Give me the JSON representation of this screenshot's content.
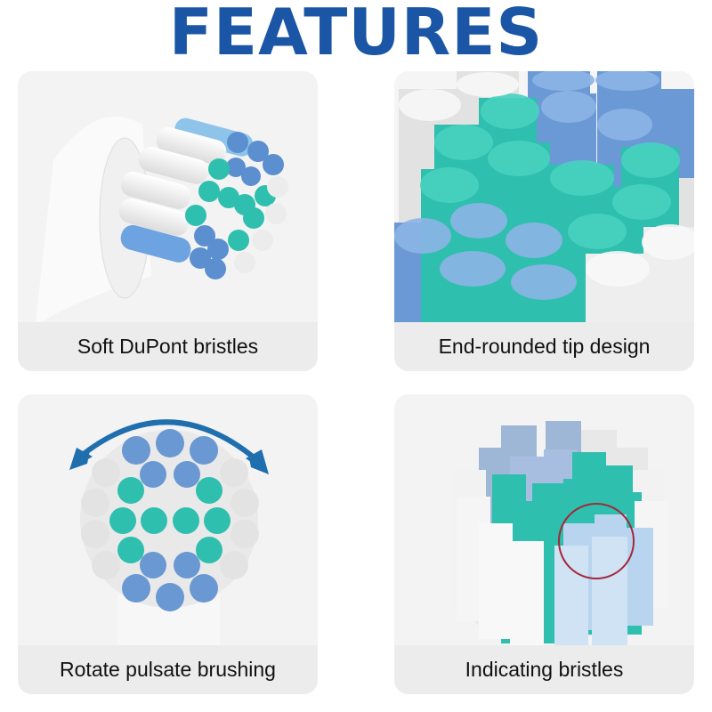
{
  "header": {
    "title": "FEATURES",
    "color": "#1a55a6"
  },
  "features": [
    {
      "label": "Soft DuPont bristles",
      "image": "brush-head-side-view"
    },
    {
      "label": "End-rounded tip design",
      "image": "bristle-tufts-closeup"
    },
    {
      "label": "Rotate pulsate brushing",
      "image": "round-brush-head-top-view-with-rotation-arrow"
    },
    {
      "label": "Indicating bristles",
      "image": "brush-head-with-highlighted-indicator-tufts"
    }
  ],
  "colors": {
    "blue_tuft": "#5b8fd0",
    "teal_tuft": "#2fbfae",
    "white_tuft": "#e8e8e8",
    "arrow": "#1f6fae",
    "highlight_circle": "#a3283a"
  }
}
